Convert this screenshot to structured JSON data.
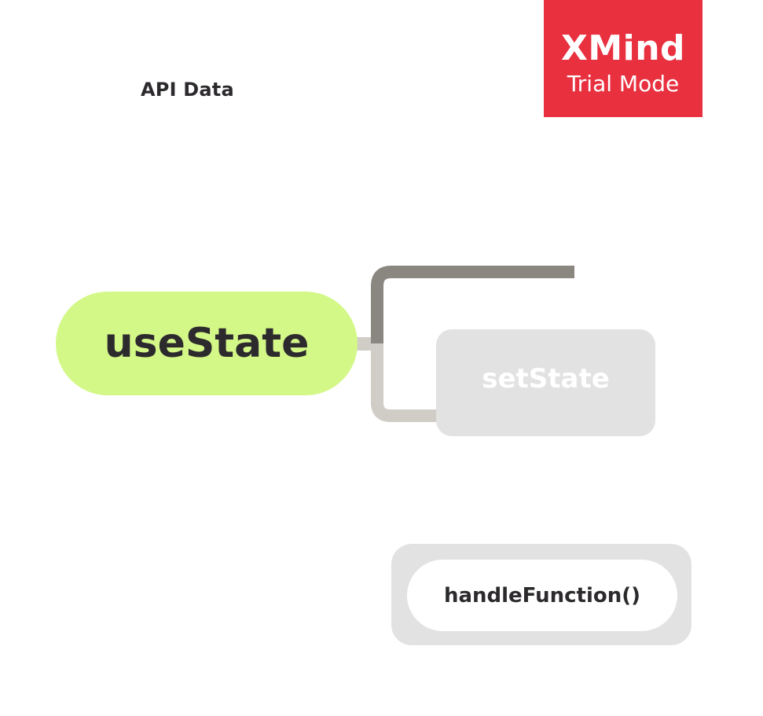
{
  "sheet": {
    "floating_label": "API Data"
  },
  "watermark": {
    "brand": "XMind",
    "mode": "Trial Mode",
    "color": "#e8303f"
  },
  "topics": {
    "central": {
      "label": "useState",
      "fill": "#d3f887"
    },
    "set_state": {
      "label": "setState",
      "fill": "#e2e2e2"
    },
    "handle_function": {
      "label": "handleFunction()",
      "fill": "#e2e2e2"
    }
  },
  "connector_colors": {
    "upper_branch": "#8a8680",
    "lower_branch": "#d0ccc6"
  }
}
